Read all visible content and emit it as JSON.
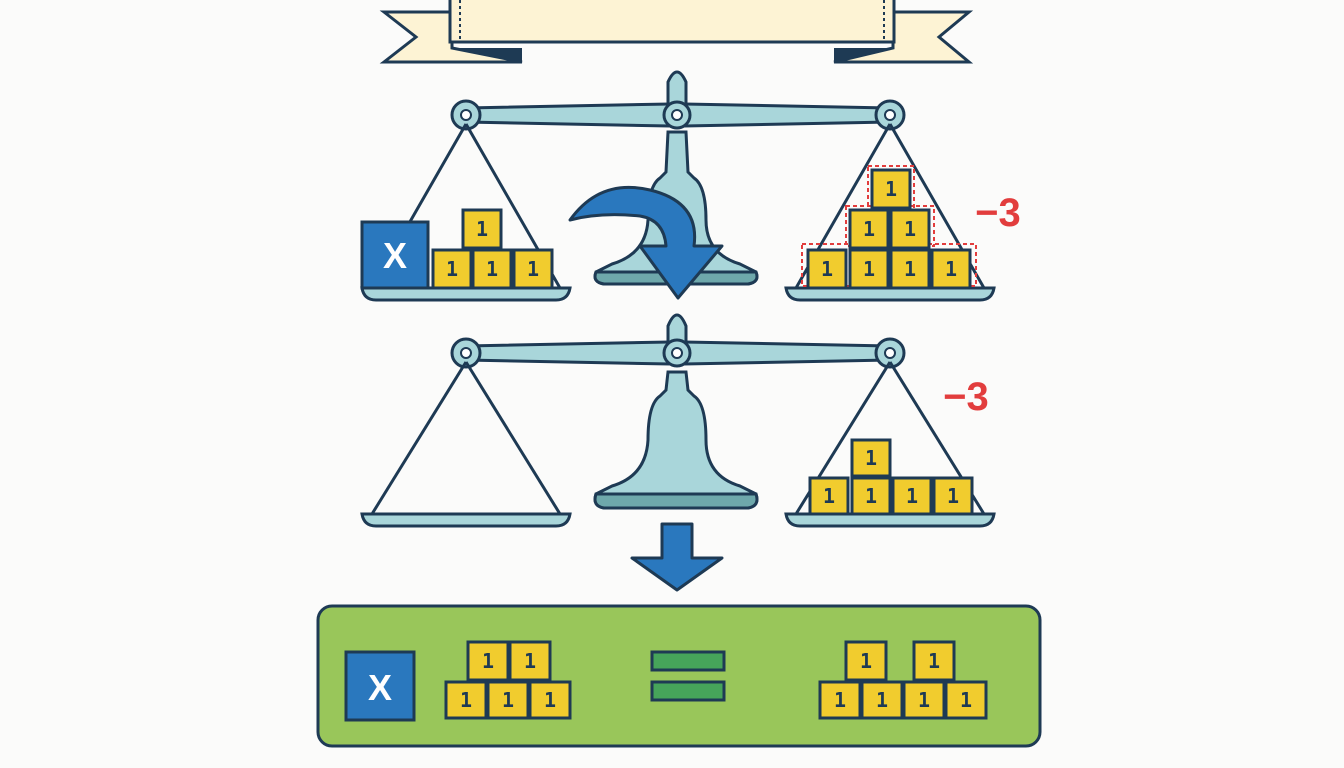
{
  "colors": {
    "outline": "#1e3a54",
    "scale_fill": "#a9d6da",
    "scale_dark": "#6ea8ab",
    "block_fill": "#f1cc2e",
    "x_fill": "#2a78be",
    "arrow_fill": "#2a78be",
    "result_bg": "#99c65a",
    "equals_fill": "#46a45a",
    "annotation_red": "#e23d3d",
    "banner_fill": "#fdf3d4"
  },
  "banner": {
    "text": ""
  },
  "top_scale": {
    "left_pan": {
      "x_label": "X",
      "unit_blocks": [
        "1",
        "1",
        "1",
        "1"
      ]
    },
    "right_pan": {
      "unit_blocks": [
        "1",
        "1",
        "1",
        "1",
        "1",
        "1",
        "1"
      ]
    },
    "removal_label": "−3"
  },
  "bottom_scale": {
    "left_pan": {
      "unit_blocks": []
    },
    "right_pan": {
      "unit_blocks": [
        "1",
        "1",
        "1",
        "1",
        "1"
      ]
    },
    "removal_label": "−3"
  },
  "result": {
    "x_label": "X",
    "left_blocks": [
      "1",
      "1",
      "1",
      "1",
      "1"
    ],
    "right_blocks": [
      "1",
      "1",
      "1",
      "1",
      "1",
      "1"
    ]
  },
  "icons": {
    "transfer_arrow": "curved-arrow-icon",
    "down_arrow": "down-arrow-icon",
    "equals": "equals-sign-icon"
  }
}
